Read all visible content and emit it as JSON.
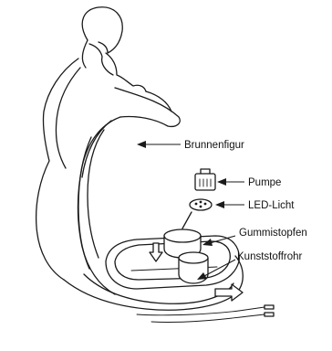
{
  "labels": {
    "figure": "Brunnenfigur",
    "pump": "Pumpe",
    "led": "LED-Licht",
    "plug": "Gummistopfen",
    "tube": "Kunststoffrohr"
  },
  "icons": [
    "down-arrow-icon",
    "right-arrow-icon"
  ]
}
